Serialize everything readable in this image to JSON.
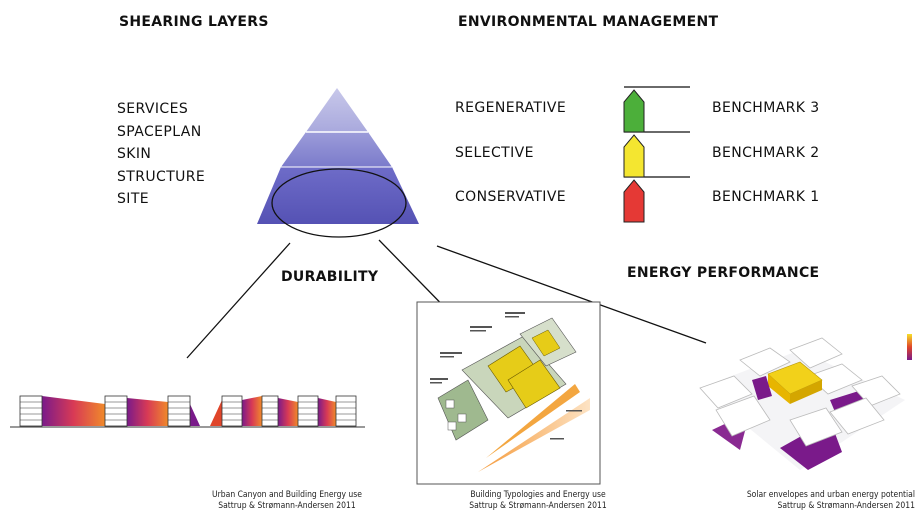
{
  "headings": {
    "shearing_layers": "SHEARING LAYERS",
    "environmental_management": "ENVIRONMENTAL MANAGEMENT",
    "durability": "DURABILITY",
    "energy_performance": "ENERGY PERFORMANCE"
  },
  "shearing_layers": [
    "SERVICES",
    "SPACEPLAN",
    "SKIN",
    "STRUCTURE",
    "SITE"
  ],
  "environmental_levels": [
    {
      "level": "REGENERATIVE",
      "benchmark": "BENCHMARK 3",
      "color": "#4caf3a"
    },
    {
      "level": "SELECTIVE",
      "benchmark": "BENCHMARK 2",
      "color": "#f4e630"
    },
    {
      "level": "CONSERVATIVE",
      "benchmark": "BENCHMARK 1",
      "color": "#e53935"
    }
  ],
  "captions": [
    {
      "title": "Urban Canyon and Building Energy use",
      "credit": "Sattrup & Strømann-Andersen 2011"
    },
    {
      "title": "Building Typologies and Energy use",
      "credit": "Sattrup & Strømann-Andersen 2011"
    },
    {
      "title": "Solar envelopes and urban energy potential",
      "credit": "Sattrup & Strømann-Andersen 2011"
    }
  ],
  "colors": {
    "pyramid_top": "#b8b8e0",
    "pyramid_mid": "#8c8cd2",
    "pyramid_base": "#5e5cc0",
    "heat_hot": "#f2c21a",
    "heat_mid": "#e0452a",
    "heat_cool": "#7a1a8a"
  }
}
